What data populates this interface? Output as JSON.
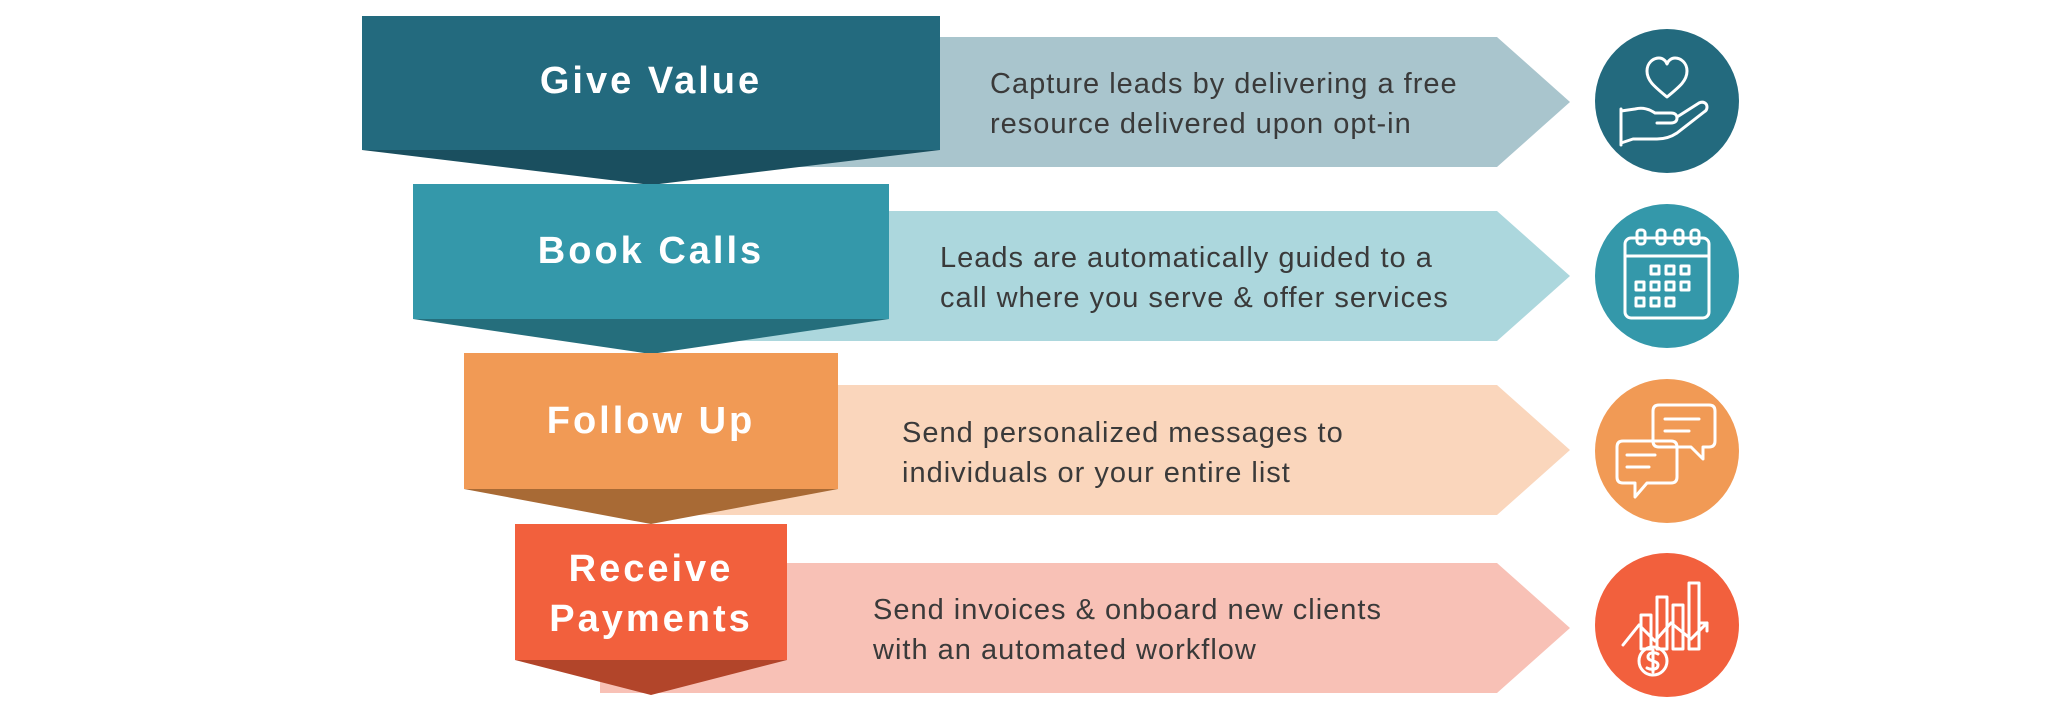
{
  "stages": [
    {
      "label": "Give Value",
      "description": [
        "Capture leads by delivering a free",
        "resource delivered upon opt-in"
      ],
      "icon": "heart-hand-icon",
      "colors": {
        "box": "#236a7e",
        "box_shadow": "#1a4f5f",
        "arrow": "#a9c5cd",
        "circle": "#236a7e"
      }
    },
    {
      "label": "Book Calls",
      "description": [
        "Leads are automatically guided to a",
        "call where you serve & offer services"
      ],
      "icon": "calendar-icon",
      "colors": {
        "box": "#3498aa",
        "box_shadow": "#256e7c",
        "arrow": "#acd7dd",
        "circle": "#3498aa"
      }
    },
    {
      "label": "Follow Up",
      "description": [
        "Send personalized messages to",
        "individuals or your entire list"
      ],
      "icon": "chat-bubbles-icon",
      "colors": {
        "box": "#f19a55",
        "box_shadow": "#a86a35",
        "arrow": "#fad6bc",
        "circle": "#f19a55"
      }
    },
    {
      "label": "Receive Payments",
      "label_lines": [
        "Receive",
        "Payments"
      ],
      "description": [
        "Send invoices & onboard new clients",
        "with an automated workflow"
      ],
      "icon": "growth-chart-dollar-icon",
      "colors": {
        "box": "#f2603d",
        "box_shadow": "#b2452a",
        "arrow": "#f8c1b6",
        "circle": "#f2603d"
      }
    }
  ]
}
